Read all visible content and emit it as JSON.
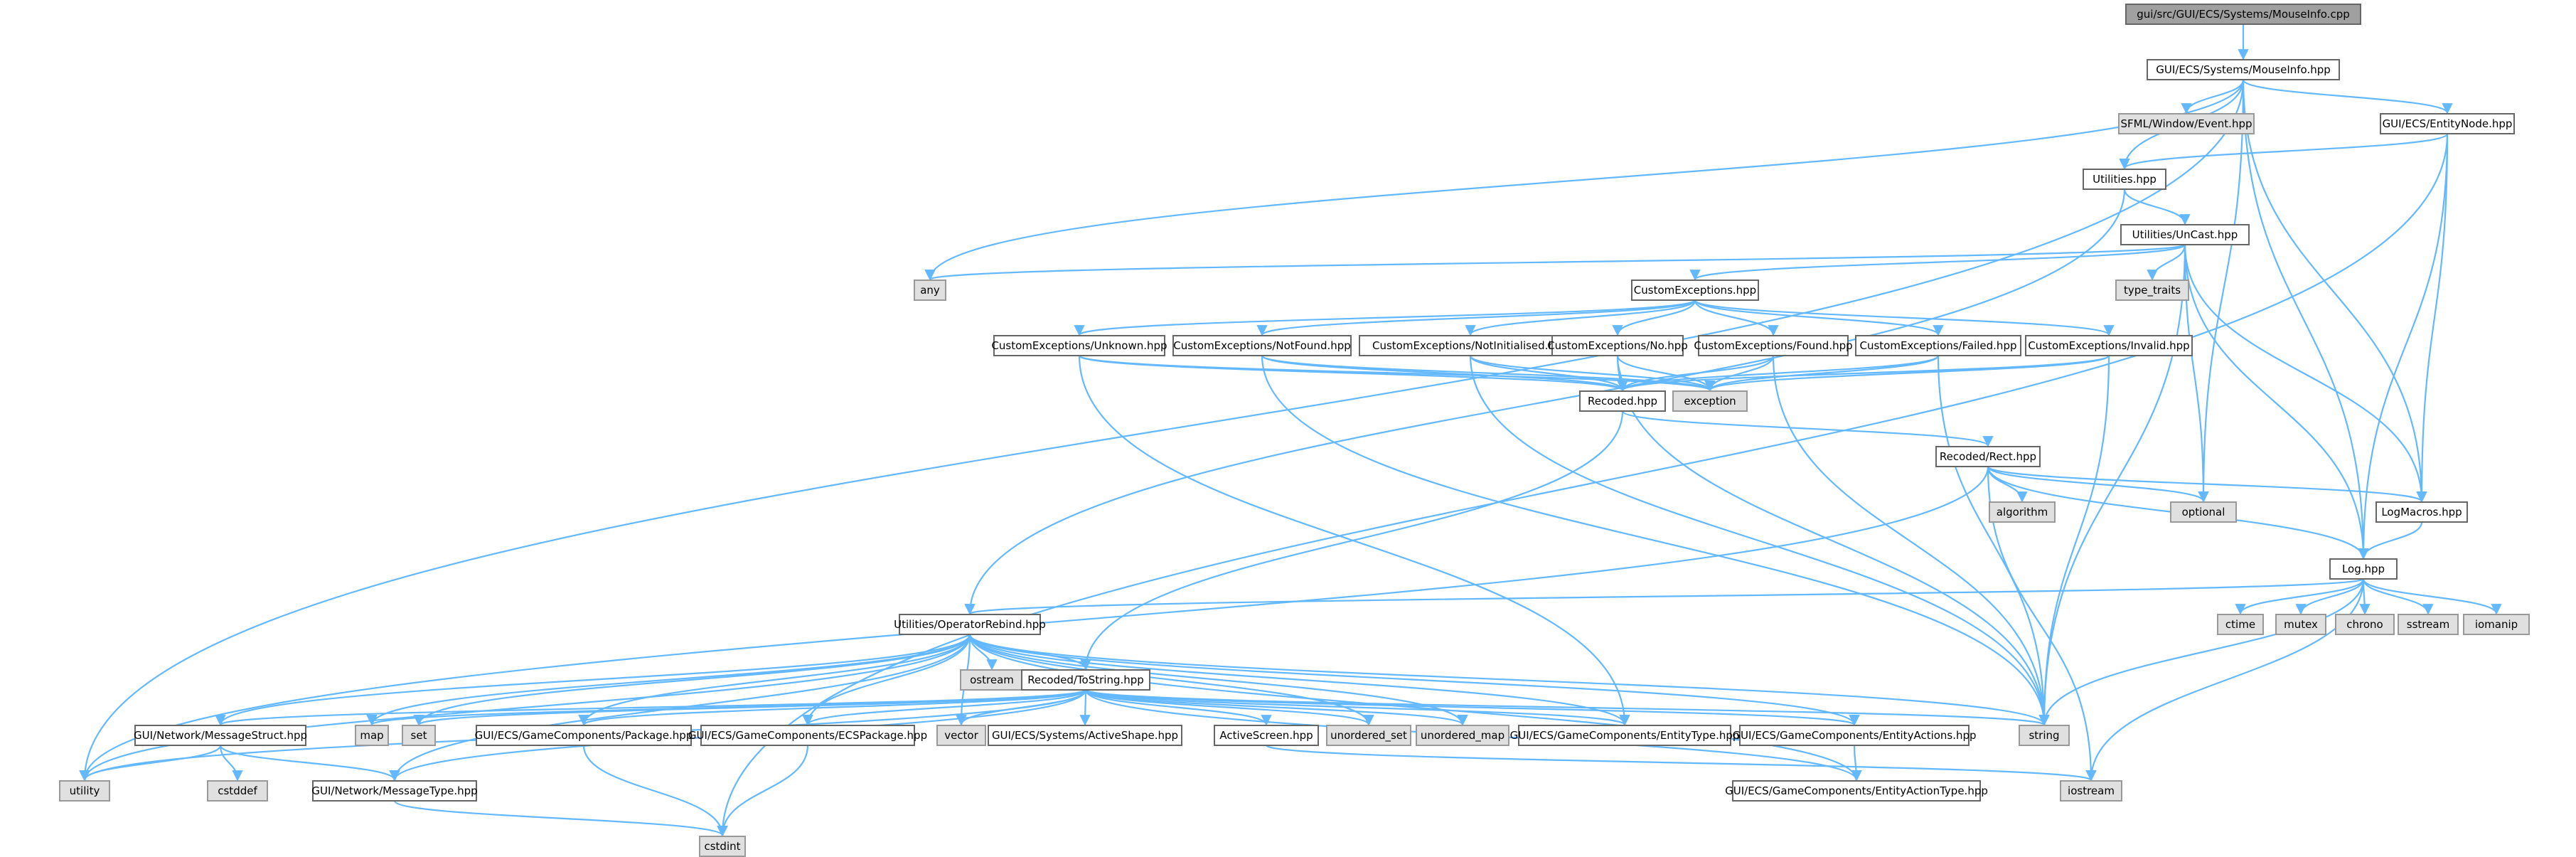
{
  "colors": {
    "edge": "#63b8ff",
    "node_fill": "#ffffff",
    "node_stroke": "#666666",
    "external_fill": "#e0e0e0",
    "external_stroke": "#999999",
    "root_fill": "#a0a0a0",
    "root_stroke": "#666666"
  },
  "nodes": [
    {
      "id": "root",
      "label": "gui/src/GUI/ECS/Systems/MouseInfo.cpp",
      "kind": "root"
    },
    {
      "id": "mouseinfo_hpp",
      "label": "GUI/ECS/Systems/MouseInfo.hpp",
      "kind": "file"
    },
    {
      "id": "sfml_window_event",
      "label": "SFML/Window/Event.hpp",
      "kind": "external"
    },
    {
      "id": "entitynode_hpp",
      "label": "GUI/ECS/EntityNode.hpp",
      "kind": "file"
    },
    {
      "id": "utilities_hpp",
      "label": "Utilities.hpp",
      "kind": "file"
    },
    {
      "id": "uncast_hpp",
      "label": "Utilities/UnCast.hpp",
      "kind": "file"
    },
    {
      "id": "any",
      "label": "any",
      "kind": "external"
    },
    {
      "id": "type_traits",
      "label": "type_traits",
      "kind": "external"
    },
    {
      "id": "customexceptions_hpp",
      "label": "CustomExceptions.hpp",
      "kind": "file"
    },
    {
      "id": "ce_unknown",
      "label": "CustomExceptions/Unknown.hpp",
      "kind": "file"
    },
    {
      "id": "ce_notfound",
      "label": "CustomExceptions/NotFound.hpp",
      "kind": "file"
    },
    {
      "id": "ce_notinitialised",
      "label": "CustomExceptions/NotInitialised.hpp",
      "kind": "file"
    },
    {
      "id": "ce_no",
      "label": "CustomExceptions/No.hpp",
      "kind": "file"
    },
    {
      "id": "ce_found",
      "label": "CustomExceptions/Found.hpp",
      "kind": "file"
    },
    {
      "id": "ce_failed",
      "label": "CustomExceptions/Failed.hpp",
      "kind": "file"
    },
    {
      "id": "ce_invalid",
      "label": "CustomExceptions/Invalid.hpp",
      "kind": "file"
    },
    {
      "id": "recoded_hpp",
      "label": "Recoded.hpp",
      "kind": "file"
    },
    {
      "id": "exception",
      "label": "exception",
      "kind": "external"
    },
    {
      "id": "recoded_rect",
      "label": "Recoded/Rect.hpp",
      "kind": "file"
    },
    {
      "id": "algorithm",
      "label": "algorithm",
      "kind": "external"
    },
    {
      "id": "optional",
      "label": "optional",
      "kind": "external"
    },
    {
      "id": "logmacros_hpp",
      "label": "LogMacros.hpp",
      "kind": "file"
    },
    {
      "id": "log_hpp",
      "label": "Log.hpp",
      "kind": "file"
    },
    {
      "id": "ctime",
      "label": "ctime",
      "kind": "external"
    },
    {
      "id": "mutex",
      "label": "mutex",
      "kind": "external"
    },
    {
      "id": "chrono",
      "label": "chrono",
      "kind": "external"
    },
    {
      "id": "sstream",
      "label": "sstream",
      "kind": "external"
    },
    {
      "id": "iomanip",
      "label": "iomanip",
      "kind": "external"
    },
    {
      "id": "operatorrebind_hpp",
      "label": "Utilities/OperatorRebind.hpp",
      "kind": "file"
    },
    {
      "id": "ostream",
      "label": "ostream",
      "kind": "external"
    },
    {
      "id": "recoded_tostring",
      "label": "Recoded/ToString.hpp",
      "kind": "file"
    },
    {
      "id": "messagestruct_hpp",
      "label": "GUI/Network/MessageStruct.hpp",
      "kind": "file"
    },
    {
      "id": "map",
      "label": "map",
      "kind": "external"
    },
    {
      "id": "set",
      "label": "set",
      "kind": "external"
    },
    {
      "id": "package_hpp",
      "label": "GUI/ECS/GameComponents/Package.hpp",
      "kind": "file"
    },
    {
      "id": "ecspackage_hpp",
      "label": "GUI/ECS/GameComponents/ECSPackage.hpp",
      "kind": "file"
    },
    {
      "id": "vector",
      "label": "vector",
      "kind": "external"
    },
    {
      "id": "activeshape_hpp",
      "label": "GUI/ECS/Systems/ActiveShape.hpp",
      "kind": "file"
    },
    {
      "id": "activescreen_hpp",
      "label": "ActiveScreen.hpp",
      "kind": "file"
    },
    {
      "id": "unordered_set",
      "label": "unordered_set",
      "kind": "external"
    },
    {
      "id": "unordered_map",
      "label": "unordered_map",
      "kind": "external"
    },
    {
      "id": "entitytype_hpp",
      "label": "GUI/ECS/GameComponents/EntityType.hpp",
      "kind": "file"
    },
    {
      "id": "entityactions_hpp",
      "label": "GUI/ECS/GameComponents/EntityActions.hpp",
      "kind": "file"
    },
    {
      "id": "string",
      "label": "string",
      "kind": "external"
    },
    {
      "id": "utility",
      "label": "utility",
      "kind": "external"
    },
    {
      "id": "cstddef",
      "label": "cstddef",
      "kind": "external"
    },
    {
      "id": "messagetype_hpp",
      "label": "GUI/Network/MessageType.hpp",
      "kind": "file"
    },
    {
      "id": "entityactiontype_hpp",
      "label": "GUI/ECS/GameComponents/EntityActionType.hpp",
      "kind": "file"
    },
    {
      "id": "iostream",
      "label": "iostream",
      "kind": "external"
    },
    {
      "id": "cstdint",
      "label": "cstdint",
      "kind": "external"
    }
  ],
  "edges": [
    [
      "root",
      "mouseinfo_hpp"
    ],
    [
      "mouseinfo_hpp",
      "sfml_window_event"
    ],
    [
      "mouseinfo_hpp",
      "entitynode_hpp"
    ],
    [
      "mouseinfo_hpp",
      "utilities_hpp"
    ],
    [
      "mouseinfo_hpp",
      "any"
    ],
    [
      "mouseinfo_hpp",
      "utility"
    ],
    [
      "mouseinfo_hpp",
      "optional"
    ],
    [
      "mouseinfo_hpp",
      "logmacros_hpp"
    ],
    [
      "mouseinfo_hpp",
      "log_hpp"
    ],
    [
      "entitynode_hpp",
      "utilities_hpp"
    ],
    [
      "entitynode_hpp",
      "logmacros_hpp"
    ],
    [
      "entitynode_hpp",
      "log_hpp"
    ],
    [
      "entitynode_hpp",
      "cstdint"
    ],
    [
      "utilities_hpp",
      "uncast_hpp"
    ],
    [
      "utilities_hpp",
      "operatorrebind_hpp"
    ],
    [
      "uncast_hpp",
      "any"
    ],
    [
      "uncast_hpp",
      "type_traits"
    ],
    [
      "uncast_hpp",
      "customexceptions_hpp"
    ],
    [
      "uncast_hpp",
      "optional"
    ],
    [
      "uncast_hpp",
      "logmacros_hpp"
    ],
    [
      "uncast_hpp",
      "log_hpp"
    ],
    [
      "uncast_hpp",
      "string"
    ],
    [
      "customexceptions_hpp",
      "ce_unknown"
    ],
    [
      "customexceptions_hpp",
      "ce_notfound"
    ],
    [
      "customexceptions_hpp",
      "ce_notinitialised"
    ],
    [
      "customexceptions_hpp",
      "ce_no"
    ],
    [
      "customexceptions_hpp",
      "ce_found"
    ],
    [
      "customexceptions_hpp",
      "ce_failed"
    ],
    [
      "customexceptions_hpp",
      "ce_invalid"
    ],
    [
      "ce_unknown",
      "recoded_hpp"
    ],
    [
      "ce_unknown",
      "exception"
    ],
    [
      "ce_unknown",
      "entitytype_hpp"
    ],
    [
      "ce_notfound",
      "recoded_hpp"
    ],
    [
      "ce_notfound",
      "exception"
    ],
    [
      "ce_notfound",
      "string"
    ],
    [
      "ce_notinitialised",
      "recoded_hpp"
    ],
    [
      "ce_notinitialised",
      "exception"
    ],
    [
      "ce_notinitialised",
      "string"
    ],
    [
      "ce_no",
      "recoded_hpp"
    ],
    [
      "ce_no",
      "exception"
    ],
    [
      "ce_no",
      "string"
    ],
    [
      "ce_found",
      "recoded_hpp"
    ],
    [
      "ce_found",
      "exception"
    ],
    [
      "ce_found",
      "string"
    ],
    [
      "ce_failed",
      "recoded_hpp"
    ],
    [
      "ce_failed",
      "exception"
    ],
    [
      "ce_failed",
      "string"
    ],
    [
      "ce_invalid",
      "recoded_hpp"
    ],
    [
      "ce_invalid",
      "exception"
    ],
    [
      "ce_invalid",
      "string"
    ],
    [
      "recoded_hpp",
      "recoded_rect"
    ],
    [
      "recoded_hpp",
      "recoded_tostring"
    ],
    [
      "recoded_rect",
      "algorithm"
    ],
    [
      "recoded_rect",
      "optional"
    ],
    [
      "recoded_rect",
      "logmacros_hpp"
    ],
    [
      "recoded_rect",
      "log_hpp"
    ],
    [
      "recoded_rect",
      "iostream"
    ],
    [
      "recoded_rect",
      "utility"
    ],
    [
      "logmacros_hpp",
      "log_hpp"
    ],
    [
      "log_hpp",
      "ctime"
    ],
    [
      "log_hpp",
      "mutex"
    ],
    [
      "log_hpp",
      "chrono"
    ],
    [
      "log_hpp",
      "sstream"
    ],
    [
      "log_hpp",
      "iomanip"
    ],
    [
      "log_hpp",
      "string"
    ],
    [
      "log_hpp",
      "iostream"
    ],
    [
      "log_hpp",
      "operatorrebind_hpp"
    ],
    [
      "operatorrebind_hpp",
      "ostream"
    ],
    [
      "operatorrebind_hpp",
      "recoded_tostring"
    ],
    [
      "operatorrebind_hpp",
      "messagestruct_hpp"
    ],
    [
      "operatorrebind_hpp",
      "map"
    ],
    [
      "operatorrebind_hpp",
      "set"
    ],
    [
      "operatorrebind_hpp",
      "package_hpp"
    ],
    [
      "operatorrebind_hpp",
      "ecspackage_hpp"
    ],
    [
      "operatorrebind_hpp",
      "vector"
    ],
    [
      "operatorrebind_hpp",
      "unordered_set"
    ],
    [
      "operatorrebind_hpp",
      "unordered_map"
    ],
    [
      "operatorrebind_hpp",
      "entitytype_hpp"
    ],
    [
      "operatorrebind_hpp",
      "entityactions_hpp"
    ],
    [
      "operatorrebind_hpp",
      "string"
    ],
    [
      "operatorrebind_hpp",
      "utility"
    ],
    [
      "operatorrebind_hpp",
      "messagetype_hpp"
    ],
    [
      "operatorrebind_hpp",
      "entityactiontype_hpp"
    ],
    [
      "recoded_tostring",
      "messagestruct_hpp"
    ],
    [
      "recoded_tostring",
      "map"
    ],
    [
      "recoded_tostring",
      "set"
    ],
    [
      "recoded_tostring",
      "package_hpp"
    ],
    [
      "recoded_tostring",
      "ecspackage_hpp"
    ],
    [
      "recoded_tostring",
      "vector"
    ],
    [
      "recoded_tostring",
      "activeshape_hpp"
    ],
    [
      "recoded_tostring",
      "activescreen_hpp"
    ],
    [
      "recoded_tostring",
      "unordered_set"
    ],
    [
      "recoded_tostring",
      "unordered_map"
    ],
    [
      "recoded_tostring",
      "entitytype_hpp"
    ],
    [
      "recoded_tostring",
      "entityactions_hpp"
    ],
    [
      "recoded_tostring",
      "string"
    ],
    [
      "recoded_tostring",
      "utility"
    ],
    [
      "recoded_tostring",
      "messagetype_hpp"
    ],
    [
      "recoded_tostring",
      "entityactiontype_hpp"
    ],
    [
      "messagestruct_hpp",
      "utility"
    ],
    [
      "messagestruct_hpp",
      "cstddef"
    ],
    [
      "messagestruct_hpp",
      "messagetype_hpp"
    ],
    [
      "messagetype_hpp",
      "cstdint"
    ],
    [
      "package_hpp",
      "cstdint"
    ],
    [
      "ecspackage_hpp",
      "cstdint"
    ],
    [
      "activescreen_hpp",
      "iostream"
    ],
    [
      "entityactions_hpp",
      "entityactiontype_hpp"
    ]
  ]
}
